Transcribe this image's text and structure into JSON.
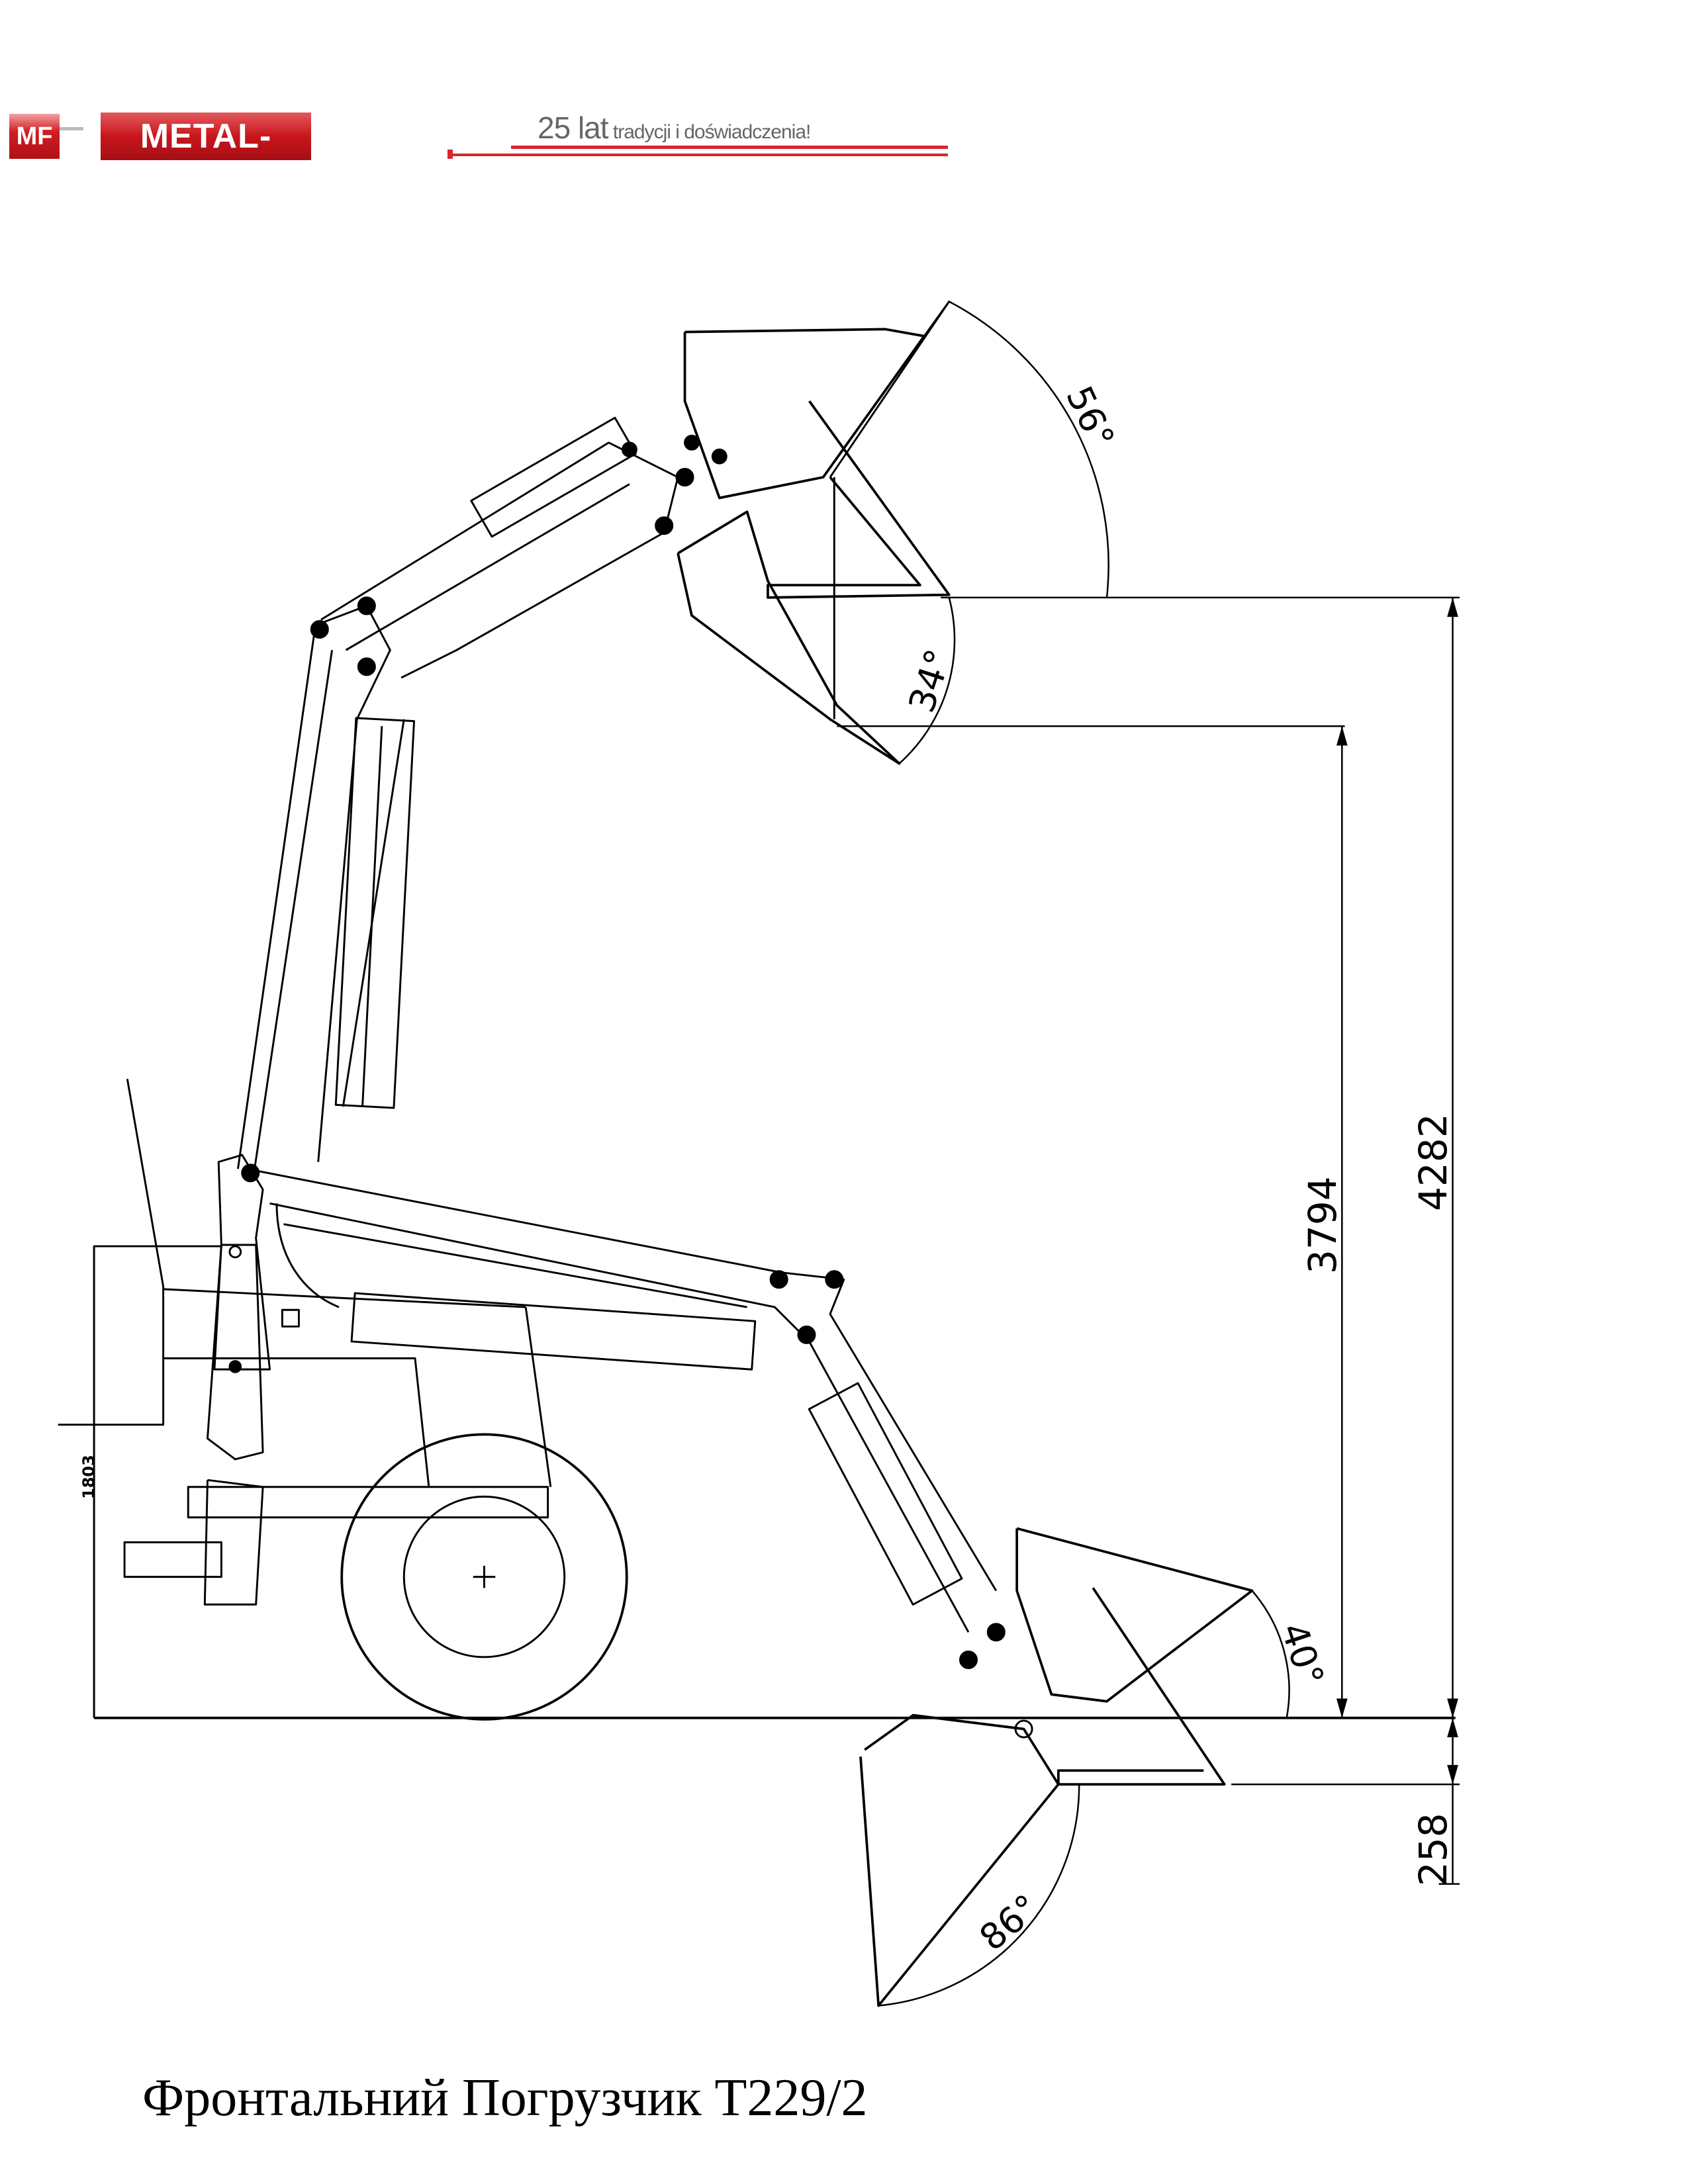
{
  "header": {
    "logo_badge": "MF",
    "logo_text": "METAL-FACH",
    "slogan_big": "25 lat",
    "slogan_rest": "tradycji i doświadczenia!",
    "accent_color": "#d8262c"
  },
  "dimensions": {
    "max_height": "4282",
    "pin_height": "3794",
    "below_ground": "258",
    "tractor_height": "1803",
    "angle_top_dump": "56°",
    "angle_top_rollback": "34°",
    "angle_ground_rollback": "40°",
    "angle_ground_dump": "86°"
  },
  "title": "Фронтальний Погрузчик T229/2"
}
